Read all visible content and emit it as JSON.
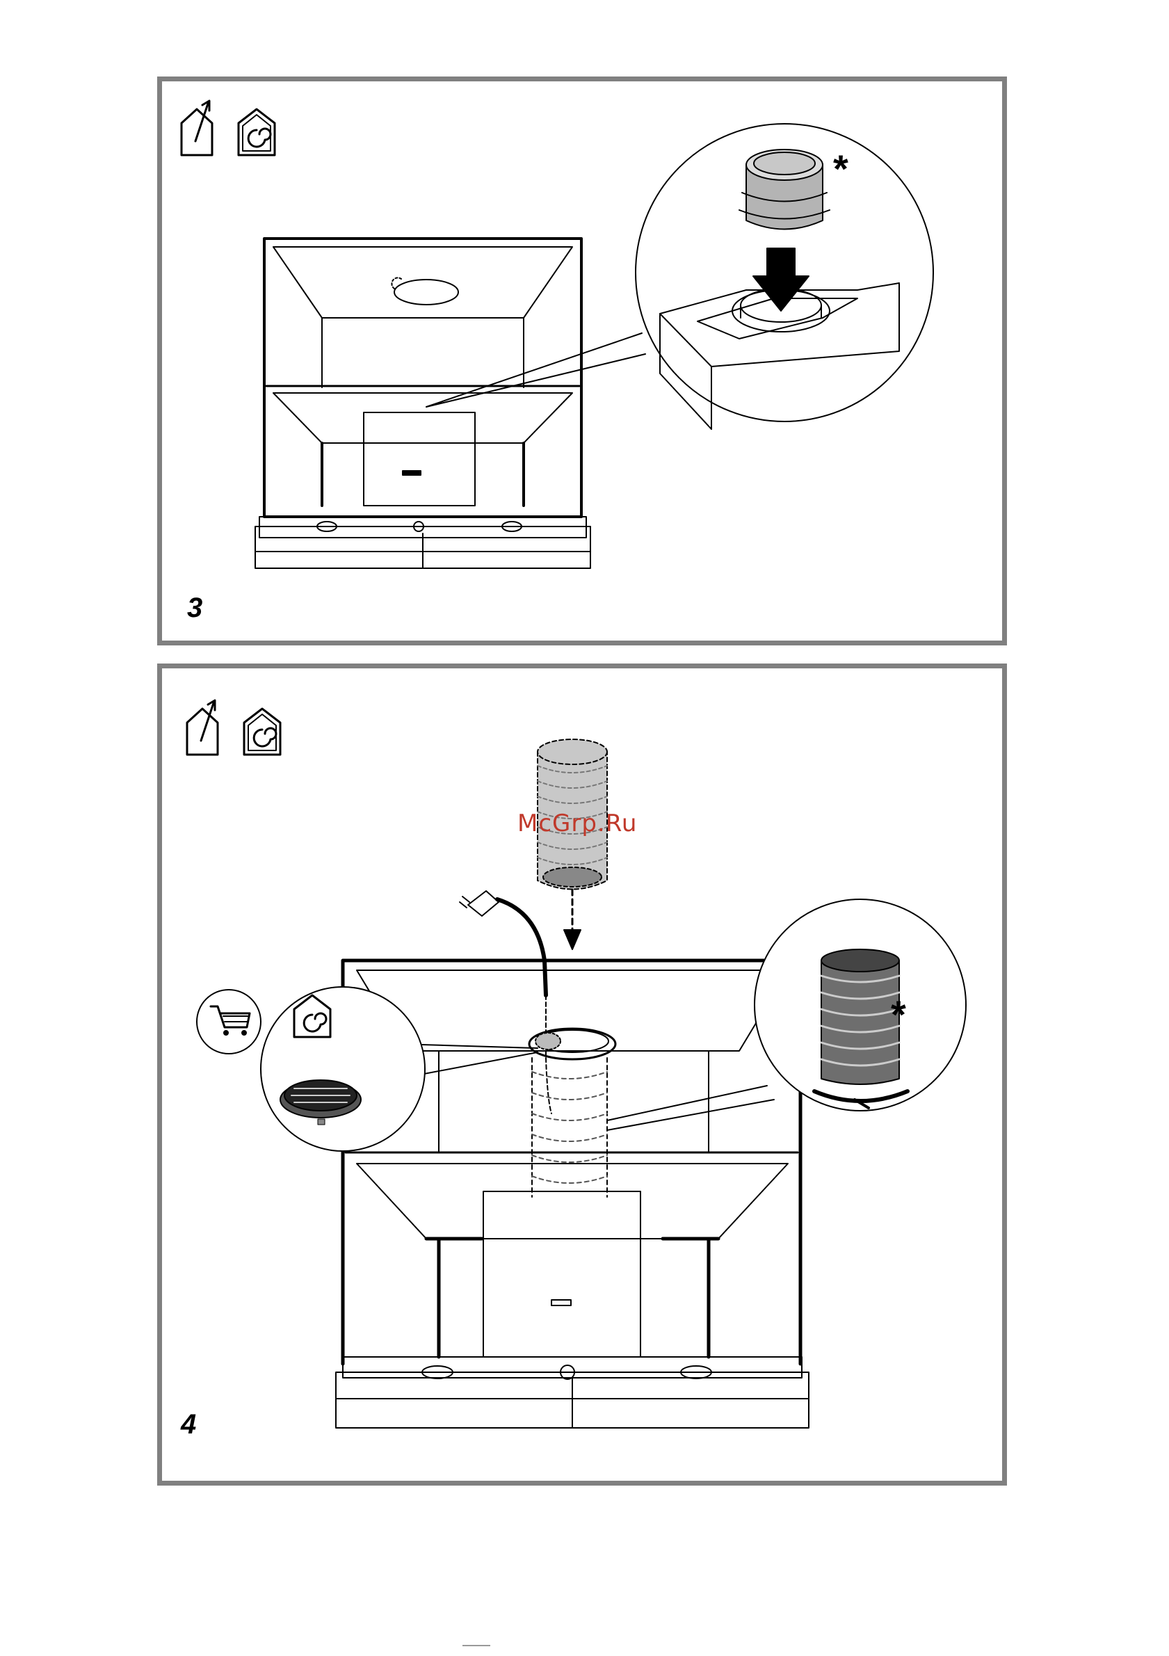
{
  "figures": [
    {
      "step_number": "3",
      "note_marker": "*"
    },
    {
      "step_number": "4",
      "note_marker": "*"
    }
  ],
  "icons": {
    "ducted_mode": "house-outlet-arrow-icon",
    "recirculation_mode": "house-recirculation-icon",
    "optional_purchase": "shopping-cart-icon"
  },
  "watermark": "McGrp.Ru",
  "colors": {
    "frame": "#808080",
    "line": "#000000",
    "duct_fill": "#c8c8c8",
    "watermark": "#c0392b"
  }
}
